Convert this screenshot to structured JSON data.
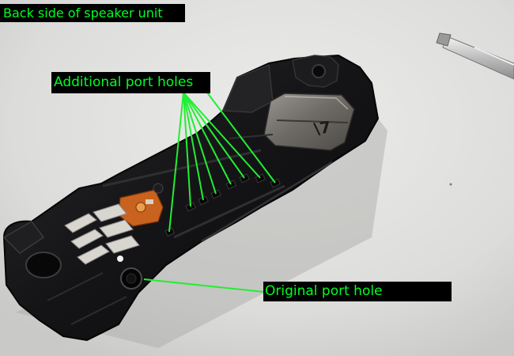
{
  "image": {
    "background_color": "#e4e4e2",
    "subject": "speaker unit back side with screwdriver"
  },
  "annotations": {
    "title": "Back side of speaker unit",
    "additional_ports_label": "Additional port holes",
    "original_port_label": "Original port hole",
    "label_text_color": "#00ff22",
    "label_background_color": "#000000",
    "pointer_line_color": "#22ee33",
    "additional_port_count": 8
  },
  "icons": {
    "screwdriver": "screwdriver-icon"
  }
}
